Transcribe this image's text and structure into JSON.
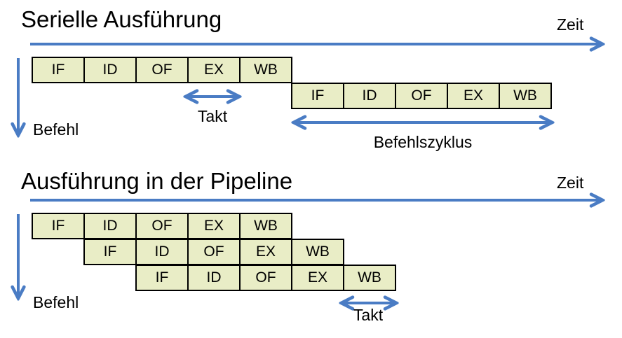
{
  "colors": {
    "box_fill": "#e9edc6",
    "box_border": "#000000",
    "arrow_blue": "#4a7cc4",
    "text": "#000000"
  },
  "stages": [
    "IF",
    "ID",
    "OF",
    "EX",
    "WB"
  ],
  "serial": {
    "title": "Serielle Ausführung",
    "time_label": "Zeit",
    "instruction_label": "Befehl",
    "clock_label": "Takt",
    "cycle_label": "Befehlszyklus"
  },
  "pipeline": {
    "title": "Ausführung in der Pipeline",
    "time_label": "Zeit",
    "instruction_label": "Befehl",
    "clock_label": "Takt"
  }
}
